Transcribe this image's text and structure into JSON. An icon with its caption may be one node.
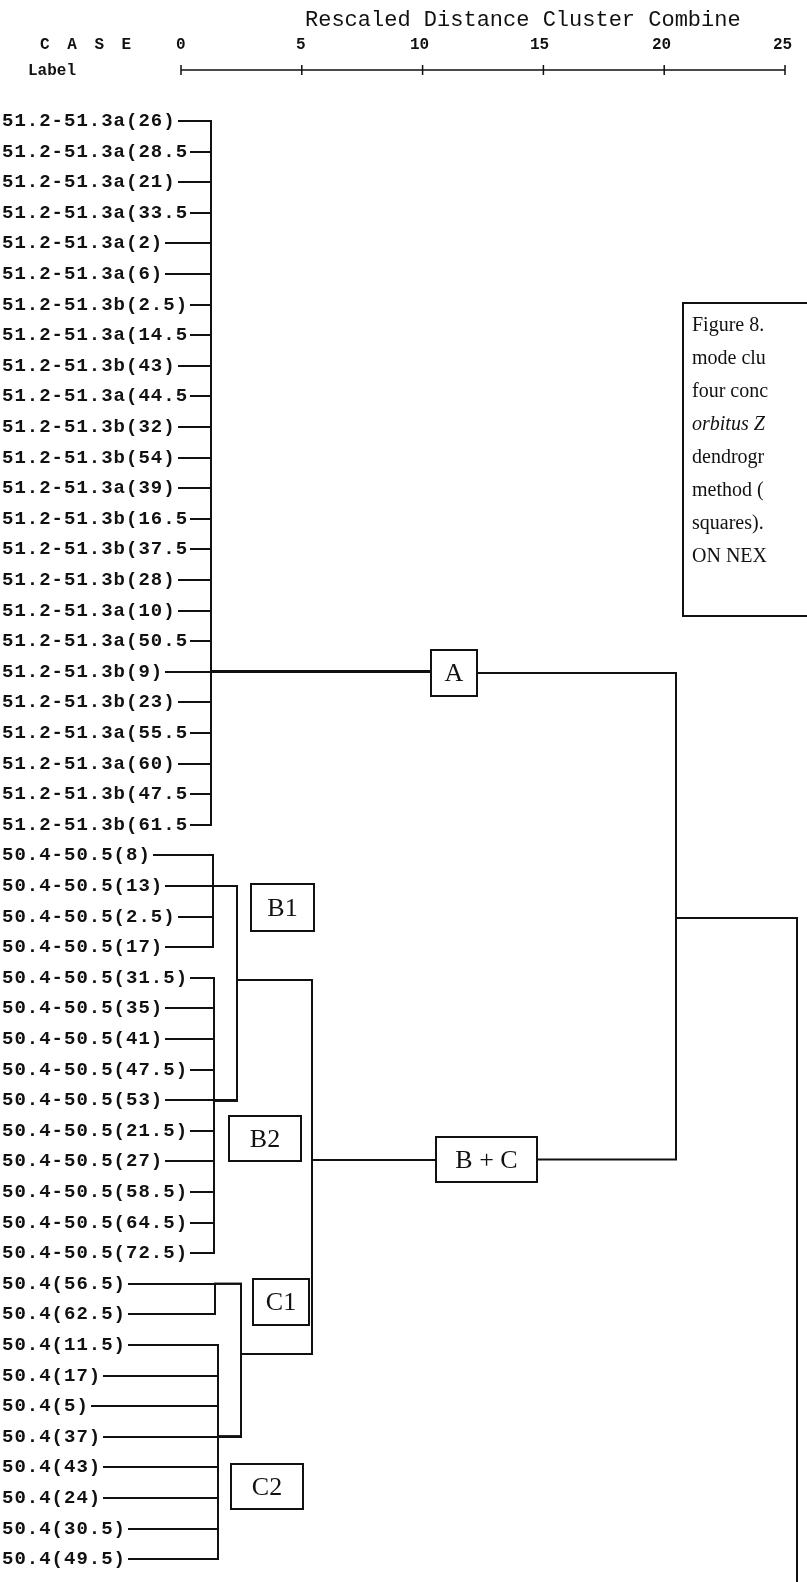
{
  "diagram": {
    "nodes": [
      {
        "text": [
          "51.2-51.3a(26)"
        ]
      },
      {
        "text": [
          "51.2-51.3a(28.5"
        ]
      },
      {
        "text": [
          "51.2-51.3a(21)"
        ]
      },
      {
        "text": [
          "51.2-51.3a(33.5"
        ]
      },
      {
        "text": [
          "51.2-51.3a(2)"
        ]
      },
      {
        "text": [
          "51.2-51.3a(6)"
        ]
      },
      {
        "text": [
          "51.2-51.3b(2.5)"
        ]
      },
      {
        "text": [
          "51.2-51.3a(14.5"
        ]
      },
      {
        "text": [
          "51.2-51.3b(43)"
        ]
      },
      {
        "text": [
          "51.2-51.3a(44.5"
        ]
      },
      {
        "text": [
          "51.2-51.3b(32)"
        ]
      },
      {
        "text": [
          "51.2-51.3b(54)"
        ]
      },
      {
        "text": [
          "51.2-51.3a(39)"
        ]
      },
      {
        "text": [
          "51.2-51.3b(16.5"
        ]
      },
      {
        "text": [
          "51.2-51.3b(37.5"
        ]
      },
      {
        "text": [
          "51.2-51.3b(28)"
        ]
      },
      {
        "text": [
          "51.2-51.3a(10)"
        ]
      },
      {
        "text": [
          "51.2-51.3a(50.5"
        ]
      },
      {
        "text": [
          "51.2-51.3b(9)"
        ]
      },
      {
        "text": [
          "51.2-51.3b(23)"
        ]
      },
      {
        "text": [
          "51.2-51.3a(55.5"
        ]
      },
      {
        "text": [
          "51.2-51.3a(60)"
        ]
      },
      {
        "text": [
          "51.2-51.3b(47.5"
        ]
      },
      {
        "text": [
          "51.2-51.3b(61.5"
        ]
      },
      {
        "text": [
          "50.4-50.5(8)"
        ]
      },
      {
        "text": [
          "50.4-50.5(13)"
        ]
      },
      {
        "text": [
          "50.4-50.5(2.5)"
        ]
      },
      {
        "text": [
          "50.4-50.5(17)"
        ]
      },
      {
        "text": [
          "50.4-50.5(31.5)"
        ]
      },
      {
        "text": [
          "50.4-50.5(35)"
        ]
      },
      {
        "text": [
          "50.4-50.5(41)"
        ]
      },
      {
        "text": [
          "50.4-50.5(47.5)"
        ]
      },
      {
        "text": [
          "50.4-50.5(53)"
        ]
      },
      {
        "text": [
          "50.4-50.5(21.5)"
        ]
      },
      {
        "text": [
          "50.4-50.5(27)"
        ]
      },
      {
        "text": [
          "50.4-50.5(58.5)"
        ]
      },
      {
        "text": [
          "50.4-50.5(64.5)"
        ]
      },
      {
        "text": [
          "50.4-50.5(72.5)"
        ]
      },
      {
        "text": [
          "50.4(56.5)"
        ]
      },
      {
        "text": [
          "50.4(62.5)"
        ]
      },
      {
        "text": [
          "50.4(11.5)"
        ]
      },
      {
        "text": [
          "50.4(17)"
        ]
      },
      {
        "text": [
          "50.4(5)"
        ]
      },
      {
        "text": [
          "50.4(37)"
        ]
      },
      {
        "text": [
          "50.4(43)"
        ]
      },
      {
        "text": [
          "50.4(24)"
        ]
      },
      {
        "text": [
          "50.4(30.5)"
        ]
      },
      {
        "text": [
          "50.4(49.5)"
        ]
      },
      {
        "text": [
          "A"
        ]
      },
      {
        "text": [
          "B1"
        ]
      },
      {
        "text": [
          "B2"
        ]
      },
      {
        "text": [
          "B + C"
        ]
      },
      {
        "text": [
          "C1"
        ]
      },
      {
        "text": [
          "C2"
        ]
      },
      {
        "text": [
          "Figure 8. mode clu four conc *orbitus Z* dendrogr method ( squares). ON NEX"
        ]
      }
    ],
    "edges": [
      {
        "from": 0,
        "to": 48,
        "arrow": "none"
      },
      {
        "from": 1,
        "to": 48,
        "arrow": "none"
      },
      {
        "from": 2,
        "to": 48,
        "arrow": "none"
      },
      {
        "from": 3,
        "to": 48,
        "arrow": "none"
      },
      {
        "from": 4,
        "to": 48,
        "arrow": "none"
      },
      {
        "from": 5,
        "to": 48,
        "arrow": "none"
      },
      {
        "from": 6,
        "to": 48,
        "arrow": "none"
      },
      {
        "from": 7,
        "to": 48,
        "arrow": "none"
      },
      {
        "from": 8,
        "to": 48,
        "arrow": "none"
      },
      {
        "from": 9,
        "to": 48,
        "arrow": "none"
      },
      {
        "from": 10,
        "to": 48,
        "arrow": "none"
      },
      {
        "from": 11,
        "to": 48,
        "arrow": "none"
      },
      {
        "from": 12,
        "to": 48,
        "arrow": "none"
      },
      {
        "from": 13,
        "to": 48,
        "arrow": "none"
      },
      {
        "from": 14,
        "to": 48,
        "arrow": "none"
      },
      {
        "from": 15,
        "to": 48,
        "arrow": "none"
      },
      {
        "from": 16,
        "to": 48,
        "arrow": "none"
      },
      {
        "from": 17,
        "to": 48,
        "arrow": "none"
      },
      {
        "from": 18,
        "to": 48,
        "arrow": "none"
      },
      {
        "from": 19,
        "to": 48,
        "arrow": "none"
      },
      {
        "from": 20,
        "to": 48,
        "arrow": "none"
      },
      {
        "from": 21,
        "to": 48,
        "arrow": "none"
      },
      {
        "from": 22,
        "to": 48,
        "arrow": "none"
      },
      {
        "from": 23,
        "to": 48,
        "arrow": "none"
      },
      {
        "from": 24,
        "to": 51,
        "arrow": "none"
      },
      {
        "from": 25,
        "to": 51,
        "arrow": "none"
      },
      {
        "from": 26,
        "to": 51,
        "arrow": "none"
      },
      {
        "from": 27,
        "to": 51,
        "arrow": "none"
      },
      {
        "from": 28,
        "to": 51,
        "arrow": "none"
      },
      {
        "from": 29,
        "to": 51,
        "arrow": "none"
      },
      {
        "from": 30,
        "to": 51,
        "arrow": "none"
      },
      {
        "from": 31,
        "to": 51,
        "arrow": "none"
      },
      {
        "from": 32,
        "to": 51,
        "arrow": "none"
      },
      {
        "from": 33,
        "to": 51,
        "arrow": "none"
      },
      {
        "from": 34,
        "to": 51,
        "arrow": "none"
      },
      {
        "from": 35,
        "to": 51,
        "arrow": "none"
      },
      {
        "from": 36,
        "to": 51,
        "arrow": "none"
      },
      {
        "from": 37,
        "to": 51,
        "arrow": "none"
      },
      {
        "from": 38,
        "to": 51,
        "arrow": "none"
      },
      {
        "from": 39,
        "to": 51,
        "arrow": "none"
      },
      {
        "from": 40,
        "to": 51,
        "arrow": "none"
      },
      {
        "from": 41,
        "to": 51,
        "arrow": "none"
      },
      {
        "from": 42,
        "to": 51,
        "arrow": "none"
      },
      {
        "from": 43,
        "to": 51,
        "arrow": "none"
      },
      {
        "from": 44,
        "to": 51,
        "arrow": "none"
      },
      {
        "from": 45,
        "to": 51,
        "arrow": "none"
      },
      {
        "from": 46,
        "to": 51,
        "arrow": "none"
      },
      {
        "from": 47,
        "to": 51,
        "arrow": "none"
      },
      {
        "from": 48,
        "to": null,
        "arrow": "none"
      },
      {
        "from": 51,
        "to": null,
        "arrow": "none"
      }
    ],
    "labels": [
      "Rescaled Distance Cluster Combine",
      "C A S E",
      "0",
      "5",
      "10",
      "15",
      "20",
      "25",
      "Label"
    ]
  }
}
